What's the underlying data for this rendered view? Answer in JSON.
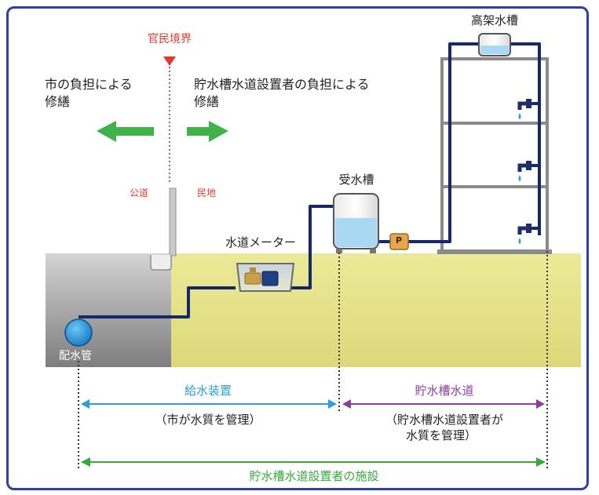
{
  "labels": {
    "boundary": "官民境界",
    "city_burden_1": "市の負担による",
    "city_burden_2": "修繕",
    "owner_burden_1": "貯水槽水道設置者の負担による",
    "owner_burden_2": "修繕",
    "public_road": "公道",
    "private_land": "民地",
    "meter": "水道メーター",
    "receiving_tank": "受水槽",
    "elevated_tank": "高架水槽",
    "pump": "P",
    "distribution_pipe": "配水管",
    "supply_device": "給水装置",
    "supply_device_note": "（市が水質を管理）",
    "tank_waterworks": "貯水槽水道",
    "tank_note_1": "（貯水槽水道設置者が",
    "tank_note_2": "水質を管理）",
    "owner_facility": "貯水槽水道設置者の施設"
  },
  "colors": {
    "frame": "#2f3fa8",
    "pipe": "#15286b",
    "ground_private": "#e9e58e",
    "ground_public": "#9b9b9b",
    "arrow_green": "#3fb24a",
    "supply_arrow": "#2aa0d8",
    "tank_arrow": "#8c3fa0",
    "facility_arrow": "#36a93b",
    "boundary_marker": "#e03a2f",
    "water": "#a9d8f2"
  }
}
